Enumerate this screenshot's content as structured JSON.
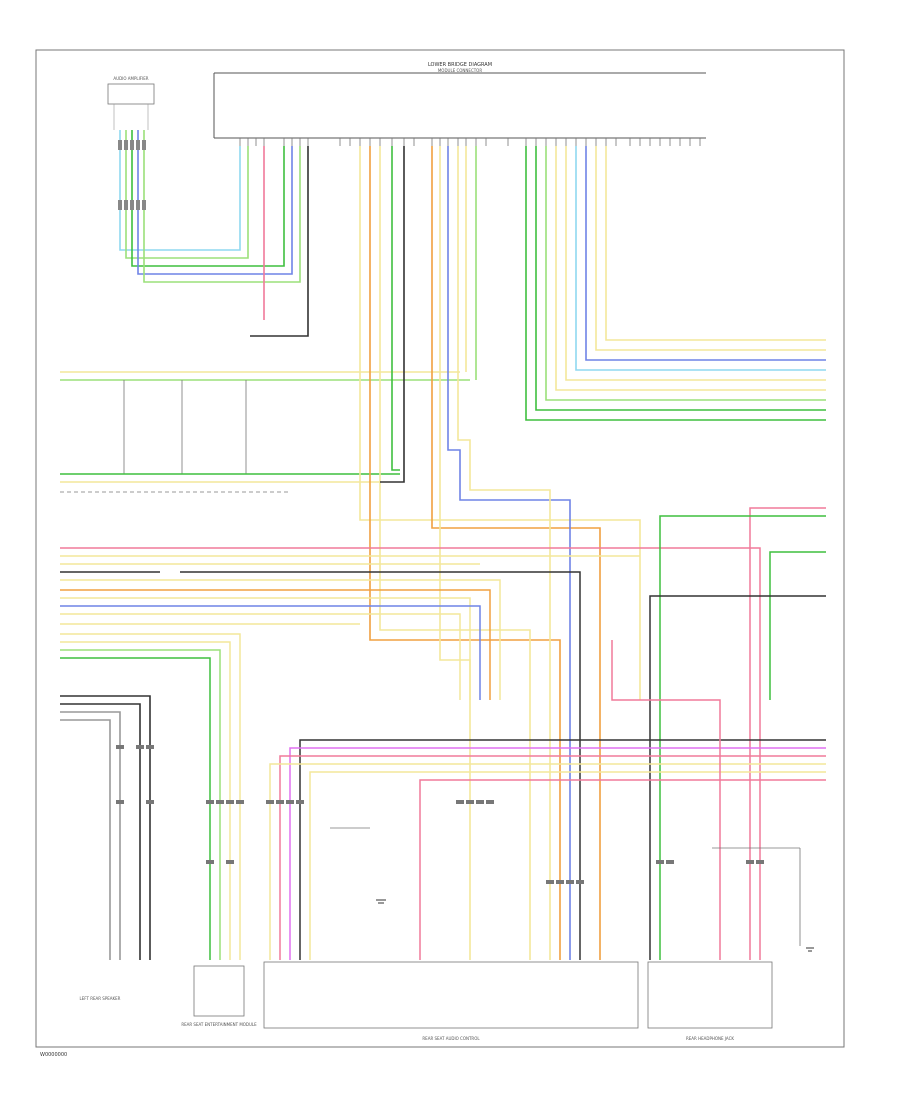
{
  "corner_code": "W0000000",
  "header": {
    "title": "LOWER BRIDGE DIAGRAM",
    "subtitle": "MODULE CONNECTOR"
  },
  "components": {
    "top_left": "AUDIO AMPLIFIER",
    "bottom_left": "LEFT REAR SPEAKER",
    "bottom_left_box": "REAR SEAT ENTERTAINMENT MODULE",
    "bottom_center": "REAR SEAT AUDIO CONTROL",
    "bottom_right": "REAR HEADPHONE JACK"
  },
  "colors": {
    "green": "#3fbf3f",
    "light_green": "#9be07a",
    "yellow": "#f4e79a",
    "orange": "#f0a040",
    "blue": "#6f84e6",
    "light_blue": "#8fd8f0",
    "pink": "#f07a9a",
    "magenta": "#e070f0",
    "red": "#e04040",
    "gray": "#999999",
    "dark": "#333333",
    "tan": "#e8c070"
  }
}
